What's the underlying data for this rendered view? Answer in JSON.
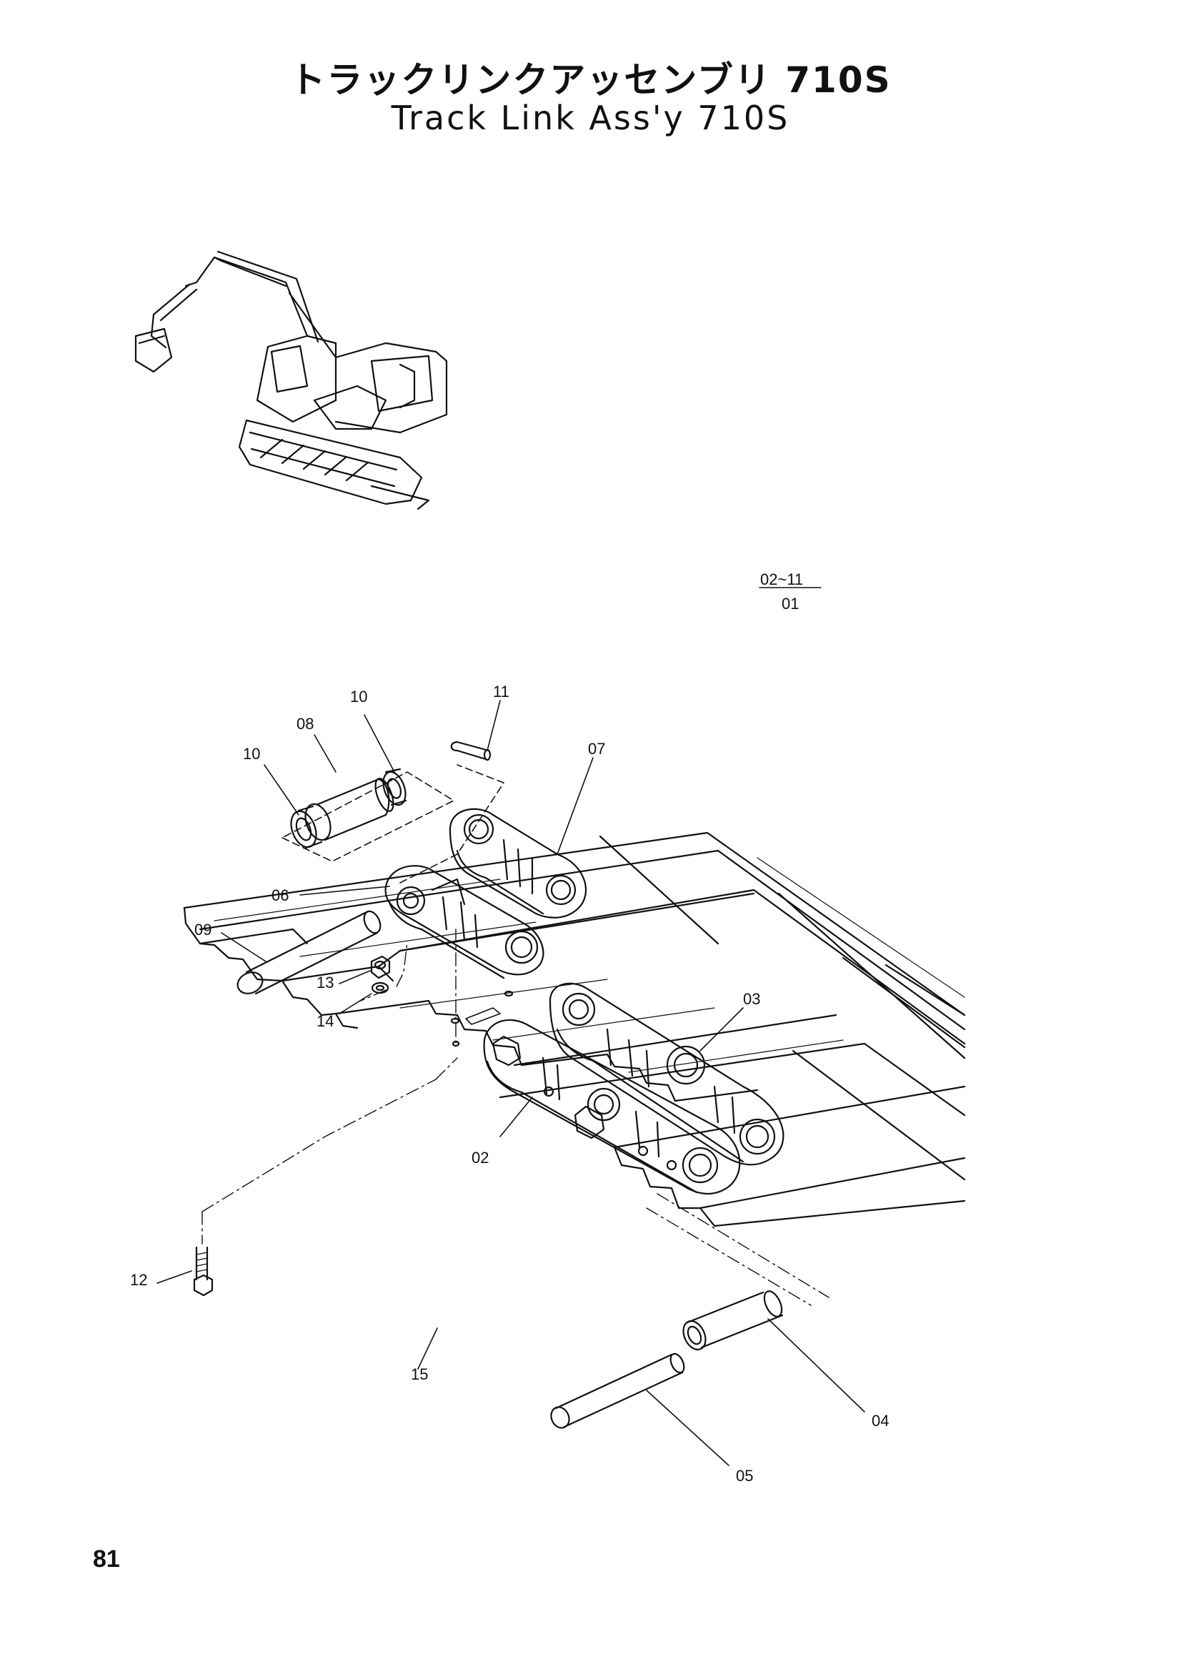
{
  "header": {
    "title_jp": "トラックリンクアッセンブリ 710S",
    "title_en": "Track Link Ass'y 710S"
  },
  "kit_note": {
    "top": "02~11",
    "bottom": "01"
  },
  "callouts": {
    "c01": "10",
    "c02": "08",
    "c03": "10",
    "c04": "11",
    "c05": "07",
    "c06": "06",
    "c07": "09",
    "c08": "13",
    "c09": "14",
    "c10": "03",
    "c11": "02",
    "c12": "12",
    "c13": "15",
    "c14": "04",
    "c15": "05"
  },
  "footer": {
    "page_number": "81"
  }
}
